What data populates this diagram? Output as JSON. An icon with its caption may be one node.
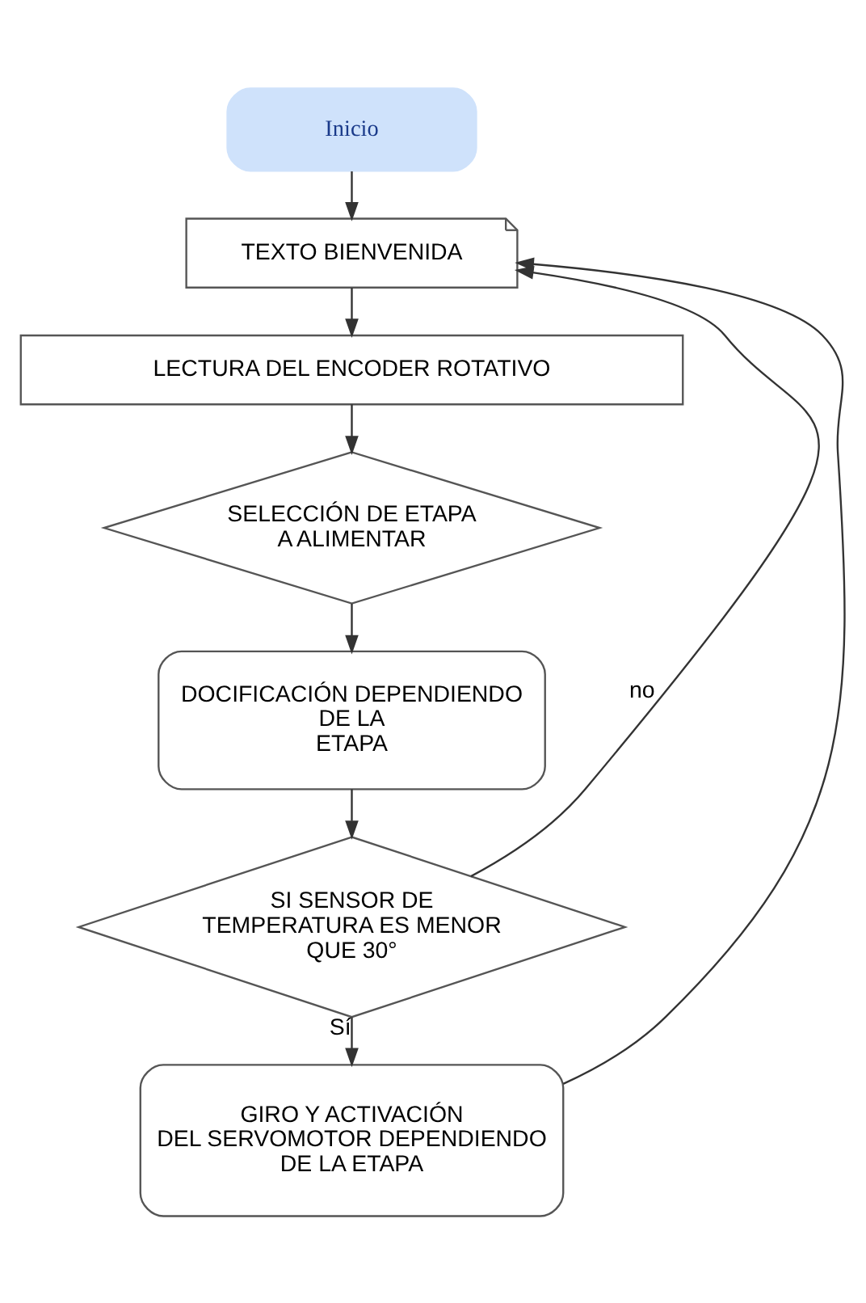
{
  "diagram": {
    "nodes": [
      {
        "text": [
          "Inicio"
        ]
      },
      {
        "text": [
          "TEXTO BIENVENIDA"
        ]
      },
      {
        "text": [
          "LECTURA DEL ENCODER ROTATIVO"
        ]
      },
      {
        "text": [
          "SELECCIÓN DE ETAPA A ALIMENTAR"
        ]
      },
      {
        "text": [
          "DOCIFICACIÓN DEPENDIENDO DE LA ETAPA"
        ]
      },
      {
        "text": [
          "SI SENSOR DE TEMPERATURA ES MENOR QUE 30°"
        ]
      },
      {
        "text": [
          "GIRO Y ACTIVACIÓN DEL SERVOMOTOR DEPENDIENDO DE LA ETAPA"
        ]
      }
    ],
    "edges": [
      {
        "from": 0,
        "to": 1,
        "arrow": "to"
      },
      {
        "from": 1,
        "to": 2,
        "arrow": "to"
      },
      {
        "from": 2,
        "to": 3,
        "arrow": "to"
      },
      {
        "from": 3,
        "to": 4,
        "arrow": "to"
      },
      {
        "from": 4,
        "to": 5,
        "arrow": "to"
      },
      {
        "from": 5,
        "to": 6,
        "label": "Sí",
        "arrow": "to"
      },
      {
        "from": 6,
        "to": 1,
        "arrow": "to"
      },
      {
        "from": 5,
        "to": 1,
        "label": "no",
        "arrow": "to"
      }
    ]
  }
}
